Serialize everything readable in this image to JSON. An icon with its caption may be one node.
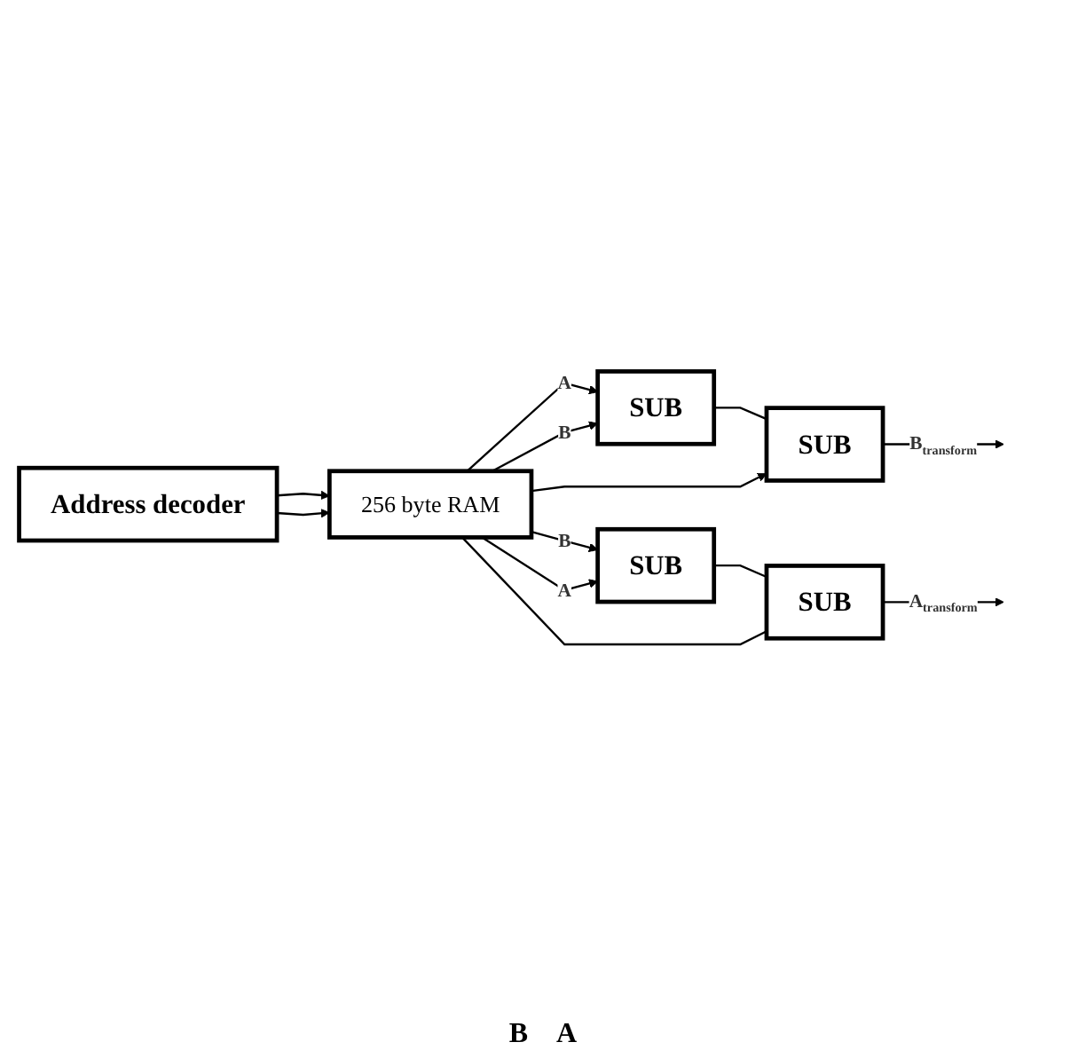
{
  "diagram": {
    "nodes": [
      {
        "text": [
          "SUB"
        ]
      },
      {
        "text": [
          "SUB"
        ]
      },
      {
        "text": [
          "SUB"
        ]
      },
      {
        "text": [
          "SUB"
        ]
      },
      {
        "text": [
          "256 byte RAM"
        ]
      },
      {
        "text": [
          "Address decoder"
        ]
      }
    ],
    "edges": [
      {
        "from": 4,
        "to": 0,
        "arrow": "to",
        "label": "A"
      },
      {
        "from": 4,
        "to": 0,
        "arrow": "to",
        "label": "B"
      },
      {
        "from": 0,
        "to": 1,
        "arrow": "none"
      },
      {
        "from": 4,
        "to": 1,
        "arrow": "to"
      },
      {
        "from": 1,
        "to": null,
        "arrow": "to",
        "label": "B$_{transform}$"
      },
      {
        "from": 4,
        "to": 2,
        "arrow": "to",
        "label": "B"
      },
      {
        "from": 4,
        "to": 2,
        "arrow": "to",
        "label": "A"
      },
      {
        "from": 2,
        "to": 3,
        "arrow": "none"
      },
      {
        "from": 4,
        "to": 3,
        "arrow": "none"
      },
      {
        "from": 3,
        "to": null,
        "arrow": "to",
        "label": "A$_{transform}$"
      },
      {
        "from": 5,
        "to": 4,
        "arrow": "to"
      },
      {
        "from": 5,
        "to": 4,
        "arrow": "to"
      }
    ],
    "labels": [
      "B",
      "A"
    ]
  }
}
